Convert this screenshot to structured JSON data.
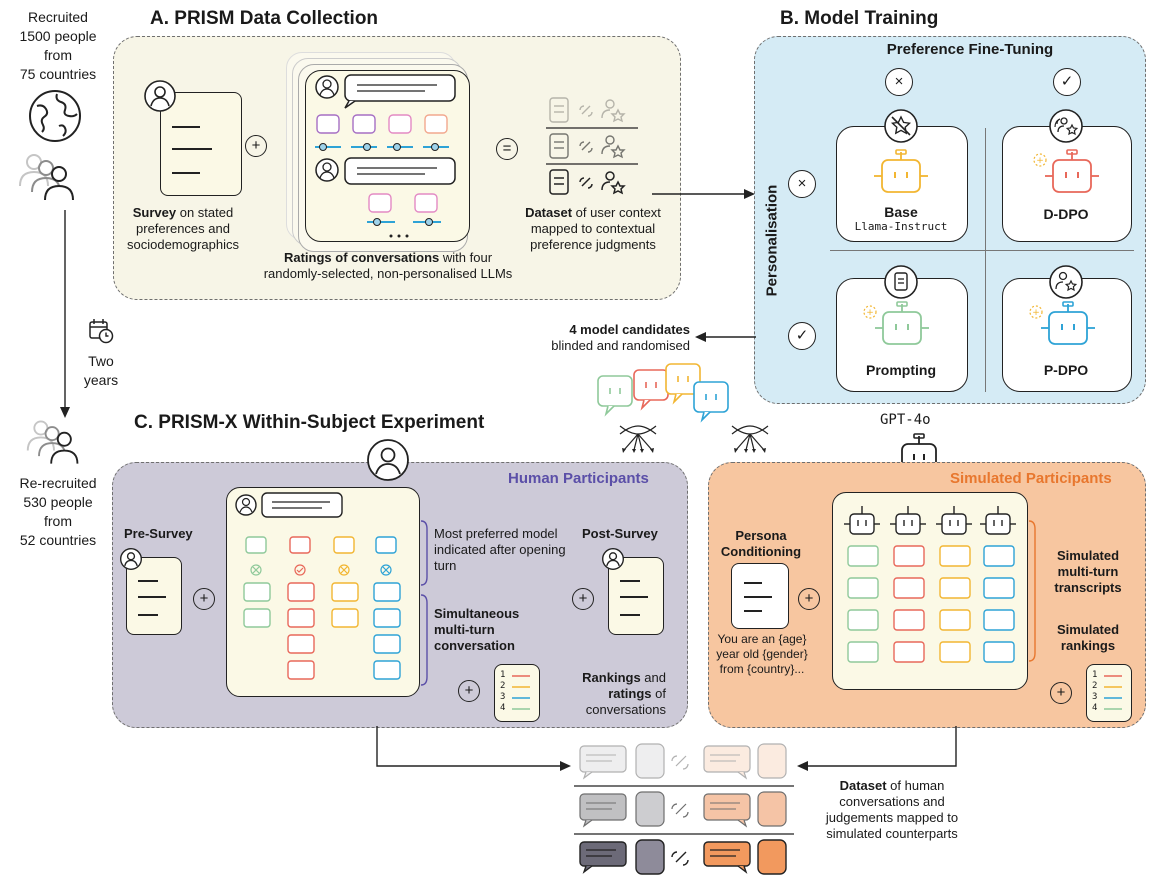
{
  "left_column": {
    "recruited": "Recruited\n1500 people\nfrom\n75 countries",
    "two_years": "Two\nyears",
    "rerecruited": "Re-recruited\n530 people\nfrom\n52 countries"
  },
  "panel_a": {
    "title": "A.  PRISM Data Collection",
    "survey_bold": "Survey",
    "survey_rest": " on stated preferences and sociodemographics",
    "ratings_bold": "Ratings of conversations",
    "ratings_rest": " with four randomly-selected, non-personalised LLMs",
    "dataset_bold": "Dataset",
    "dataset_rest": " of user context mapped to contextual preference judgments",
    "plus": "+",
    "equals": "="
  },
  "panel_b": {
    "title": "B. Model Training",
    "col_header": "Preference Fine-Tuning",
    "row_header": "Personalisation",
    "no_mark": "×",
    "yes_mark": "✓",
    "base_label": "Base",
    "base_sub": "Llama-Instruct",
    "ddpo_label": "D-DPO",
    "prompting_label": "Prompting",
    "pdpo_label": "P-DPO"
  },
  "candidates": {
    "bold": "4 model candidates",
    "rest": "blinded and randomised"
  },
  "gpt_label": "GPT-4o",
  "panel_c": {
    "title": "C. PRISM-X Within-Subject Experiment",
    "human_header": "Human Participants",
    "pre_survey": "Pre-Survey",
    "post_survey": "Post-Survey",
    "most_preferred": "Most preferred model indicated after opening turn",
    "simultaneous": "Simultaneous multi-turn conversation",
    "rankings_bold1": "Rankings",
    "rankings_mid": " and ",
    "rankings_bold2": "ratings",
    "rankings_rest": " of conversations",
    "rank_nums": [
      "1",
      "2",
      "3",
      "4"
    ]
  },
  "panel_sim": {
    "header": "Simulated Participants",
    "persona": "Persona Conditioning",
    "persona_text": "You are an {age} year old {gender} from {country}...",
    "transcripts": "Simulated multi-turn transcripts",
    "rankings": "Simulated rankings"
  },
  "final_dataset": {
    "bold": "Dataset",
    "rest": " of human conversations and judgements mapped to simulated counterparts"
  },
  "colors": {
    "panel_a_bg": "#f7f5e7",
    "panel_b_bg": "#d5ebf5",
    "panel_c_bg": "#cdcad8",
    "panel_sim_bg": "#f7c6a0",
    "human_accent": "#5b4fa8",
    "sim_accent": "#e8772e",
    "green": "#8fc99a",
    "red": "#e8685a",
    "yellow": "#f2b632",
    "blue": "#2ea3d6",
    "purple": "#a66fc4",
    "pink": "#e38ac4",
    "peach": "#f2a88e"
  }
}
